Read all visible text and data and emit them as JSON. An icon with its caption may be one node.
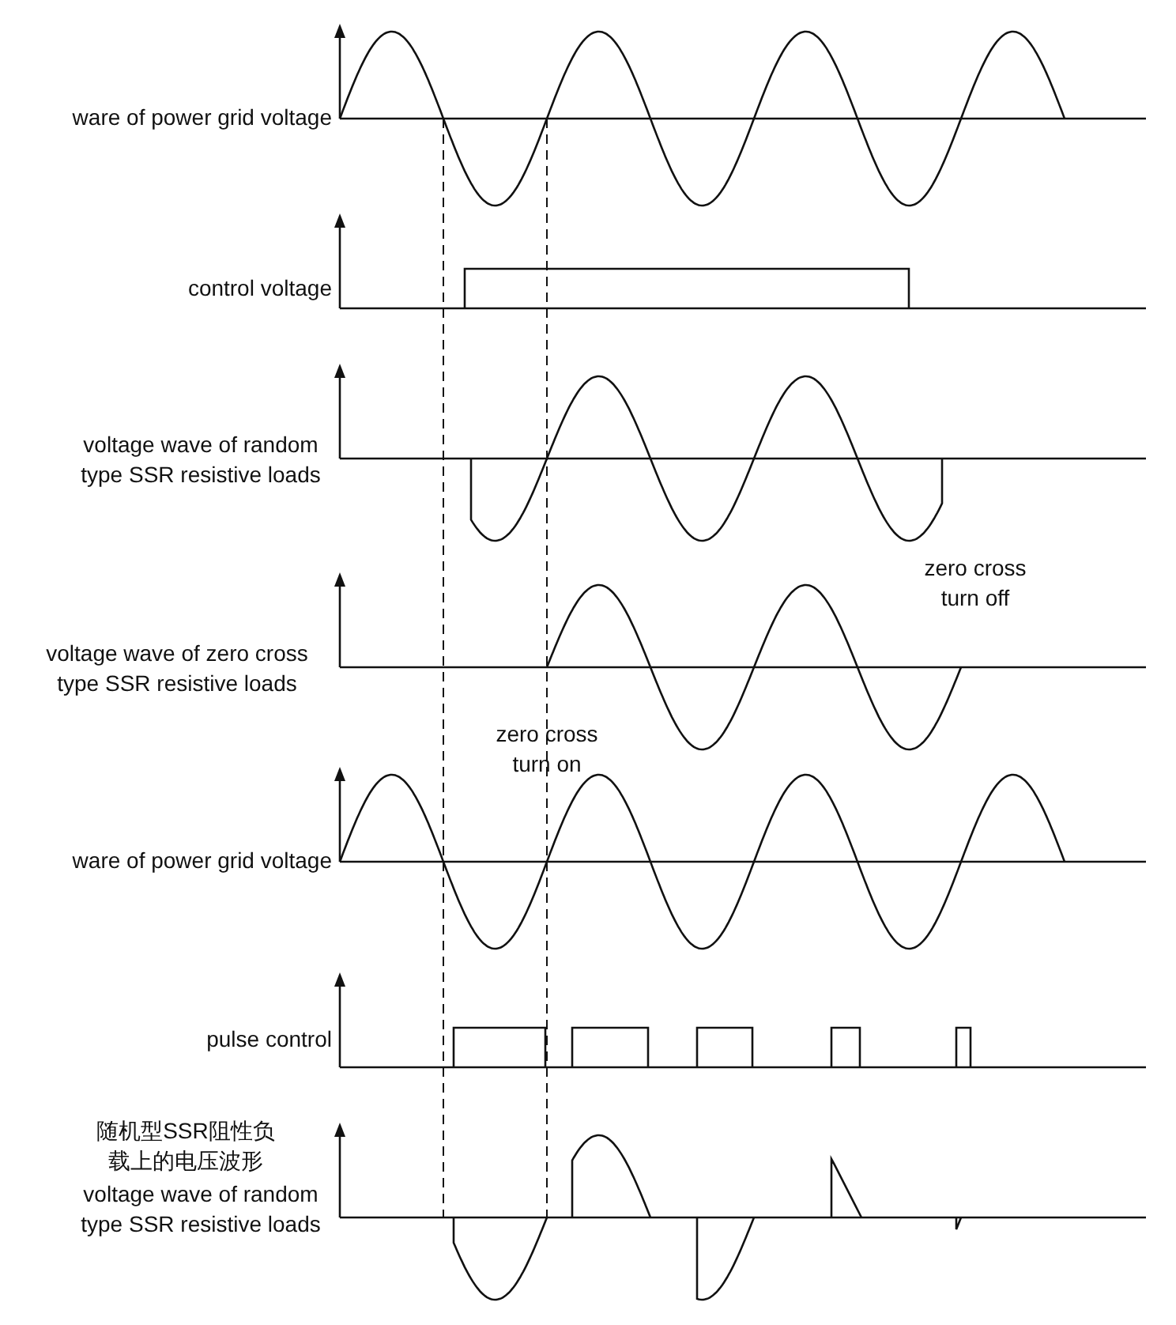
{
  "diagram": {
    "labels": [
      "ware of power grid voltage",
      "control voltage",
      "voltage wave of random type SSR resistive loads",
      "zero cross turn off",
      "voltage wave of zero cross type SSR resistive loads",
      "zero cross turn on",
      "ware of power grid voltage",
      "pulse control",
      "随机型SSR阻性负载上的电压波形",
      "voltage wave of random type SSR resistive loads"
    ]
  }
}
